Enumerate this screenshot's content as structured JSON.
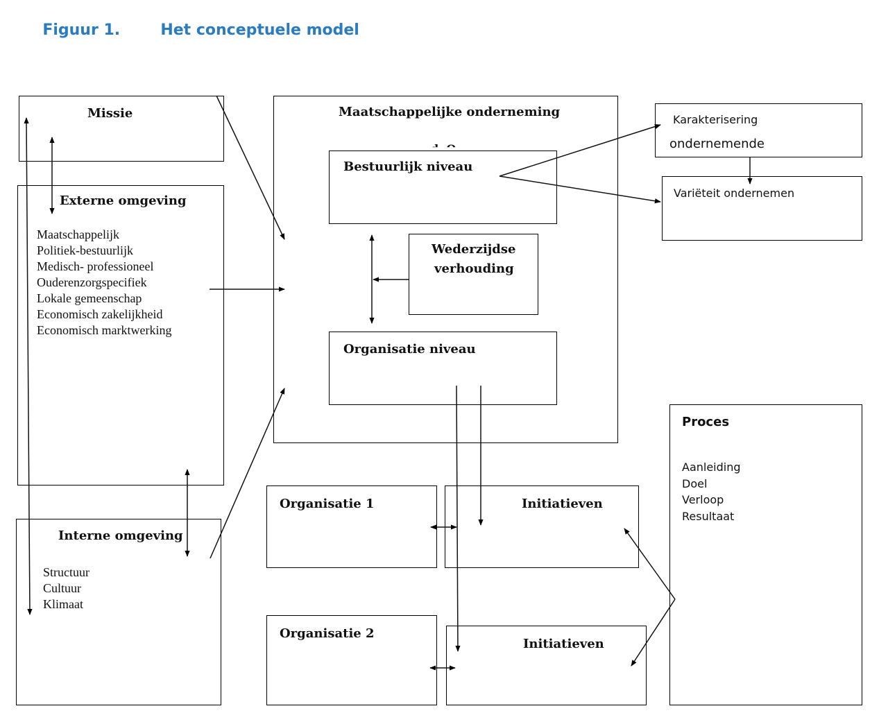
{
  "figure": {
    "number": "Figuur 1.",
    "title": "Het conceptuele model"
  },
  "boxes": {
    "missie": {
      "title": "Missie"
    },
    "externe": {
      "title": "Externe omgeving",
      "items": [
        "Maatschappelijk",
        "Politiek-bestuurlijk",
        "Medisch- professioneel",
        "Ouderenzorgspecifiek",
        "Lokale gemeenschap",
        "Economisch zakelijkheid",
        "Economisch marktwerking"
      ]
    },
    "interne": {
      "title": "Interne omgeving",
      "items": [
        "Structuur",
        "Cultuur",
        "Klimaat"
      ]
    },
    "maatschappelijk": {
      "title": "Maatschappelijke onderneming",
      "fragment": "d. O"
    },
    "bestuurlijk": {
      "title": "Bestuurlijk niveau"
    },
    "wederzijds": {
      "line1": "Wederzijdse",
      "line2": "verhouding"
    },
    "organisatie_niveau": {
      "title": "Organisatie niveau"
    },
    "karakterisering": {
      "line1": "Karakterisering",
      "line2": "ondernemende"
    },
    "varieteit": {
      "title": "Variëteit ondernemen"
    },
    "proces": {
      "title": "Proces",
      "items": [
        "Aanleiding",
        "Doel",
        "Verloop",
        "Resultaat"
      ]
    },
    "organisatie1": {
      "title": "Organisatie 1"
    },
    "organisatie2": {
      "title": "Organisatie 2"
    },
    "initiatieven1": {
      "title": "Initiatieven"
    },
    "initiatieven2": {
      "title": "Initiatieven"
    }
  }
}
